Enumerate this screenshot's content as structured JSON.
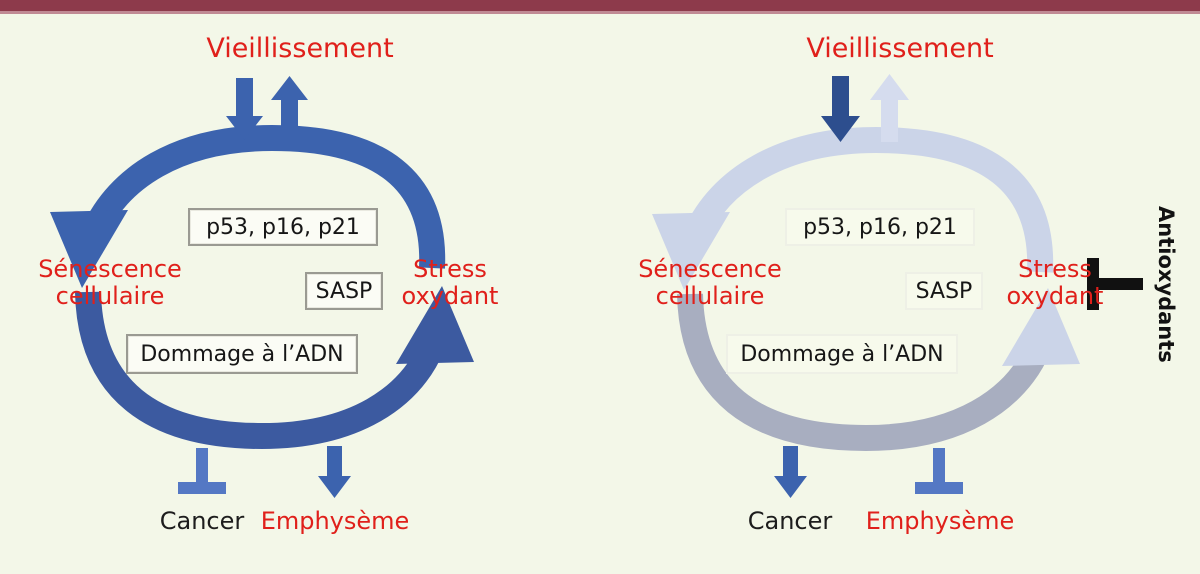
{
  "figure": {
    "title_bar_color": "#8d3a4b",
    "background_color": "#f3f7e8",
    "red_text_color": "#e0201b",
    "black_text_color": "#1d1d1d"
  },
  "panels": [
    {
      "id": "left",
      "name": "cycle-without-antioxidants",
      "nodes": {
        "top": "Vieillissement",
        "left": "Sénescence\ncellulaire",
        "left_line1": "Sénescence",
        "left_line2": "cellulaire",
        "right_line1": "Stress",
        "right_line2": "oxydant",
        "bottom_left": "Cancer",
        "bottom_right": "Emphysème"
      },
      "mediators": [
        {
          "label": "p53, p16, p21",
          "style": "strong"
        },
        {
          "label": "SASP",
          "style": "strong"
        },
        {
          "label": "Dommage à l’ADN",
          "style": "strong"
        }
      ],
      "arrows": {
        "top_down": {
          "kind": "arrow",
          "color": "#3c63ae",
          "target": "cycle"
        },
        "top_up": {
          "kind": "arrow",
          "color": "#3c63ae",
          "target": "Vieillissement"
        },
        "arc_upper": {
          "kind": "curved-arrow",
          "color": "#3c63ae",
          "from": "Stress oxydant",
          "to": "Sénescence cellulaire"
        },
        "arc_lower": {
          "kind": "curved-arrow",
          "color": "#3c5aa0",
          "from": "Sénescence cellulaire",
          "to": "Stress oxydant"
        },
        "to_cancer": {
          "kind": "inhibition",
          "color": "#5478c4",
          "target": "Cancer"
        },
        "to_emphyseme": {
          "kind": "arrow",
          "color": "#3c63ae",
          "target": "Emphysème"
        }
      },
      "antioxidants": null
    },
    {
      "id": "right",
      "name": "cycle-with-antioxidants",
      "nodes": {
        "top": "Vieillissement",
        "left_line1": "Sénescence",
        "left_line2": "cellulaire",
        "right_line1": "Stress",
        "right_line2": "oxydant",
        "bottom_left": "Cancer",
        "bottom_right": "Emphysème"
      },
      "mediators": [
        {
          "label": "p53, p16, p21",
          "style": "faint"
        },
        {
          "label": "SASP",
          "style": "faint"
        },
        {
          "label": "Dommage à l’ADN",
          "style": "faint"
        }
      ],
      "arrows": {
        "top_down": {
          "kind": "arrow",
          "color": "#2d4e8e",
          "target": "cycle"
        },
        "top_up": {
          "kind": "arrow",
          "color": "#d5dcee",
          "target": "Vieillissement"
        },
        "arc_upper": {
          "kind": "curved-arrow",
          "color": "#cbd4e8",
          "from": "Stress oxydant",
          "to": "Sénescence cellulaire"
        },
        "arc_lower": {
          "kind": "curved-arrow",
          "color": "#a8aec0",
          "from": "Sénescence cellulaire",
          "to": "Stress oxydant"
        },
        "to_cancer": {
          "kind": "arrow",
          "color": "#3c63ae",
          "target": "Cancer"
        },
        "to_emphyseme": {
          "kind": "inhibition",
          "color": "#5478c4",
          "target": "Emphysème"
        }
      },
      "antioxidants": {
        "label": "Antioxydants",
        "kind": "inhibition",
        "color": "#111111",
        "target": "Stress oxydant"
      }
    }
  ]
}
